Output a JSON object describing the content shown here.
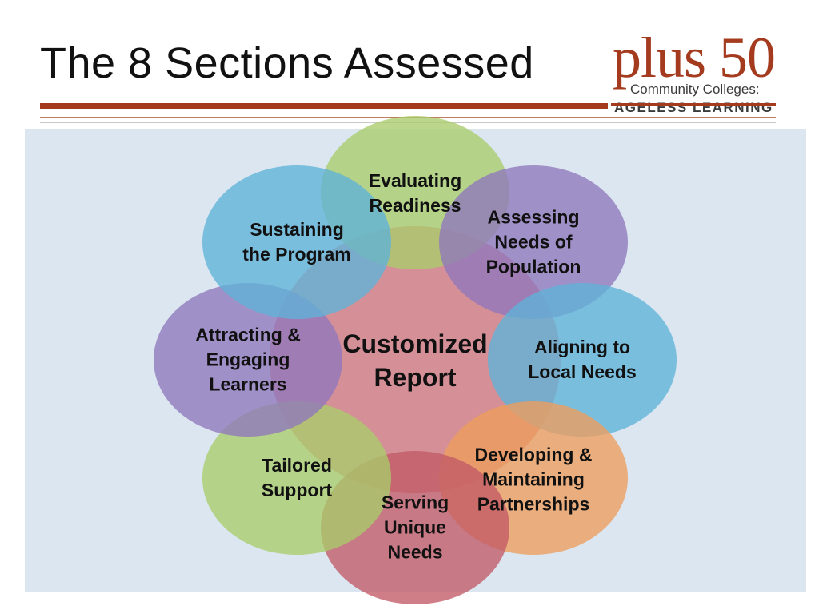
{
  "slide": {
    "title": "The 8 Sections Assessed"
  },
  "logo": {
    "main": "plus 50",
    "sub": "Community Colleges:",
    "tag": "AGELESS LEARNING",
    "color": "#a43a1e"
  },
  "diagram": {
    "center": {
      "label": "Customized\nReport",
      "color": "#d4777e"
    },
    "sections": [
      {
        "id": "evaluating-readiness",
        "label": "Evaluating\nReadiness",
        "color": "#a9cc6a"
      },
      {
        "id": "assessing-needs",
        "label": "Assessing\nNeeds of\nPopulation",
        "color": "#9077bd"
      },
      {
        "id": "aligning-local-needs",
        "label": "Aligning to\nLocal Needs",
        "color": "#5fb2d8"
      },
      {
        "id": "developing-partnerships",
        "label": "Developing &\nMaintaining\nPartnerships",
        "color": "#ee9c5c"
      },
      {
        "id": "serving-unique-needs",
        "label": "Serving\nUnique\nNeeds",
        "color": "#c25a66"
      },
      {
        "id": "tailored-support",
        "label": "Tailored\nSupport",
        "color": "#a9cc6a"
      },
      {
        "id": "attracting-engaging",
        "label": "Attracting &\nEngaging\nLearners",
        "color": "#9077bd"
      },
      {
        "id": "sustaining-program",
        "label": "Sustaining\nthe Program",
        "color": "#5fb2d8"
      }
    ]
  }
}
